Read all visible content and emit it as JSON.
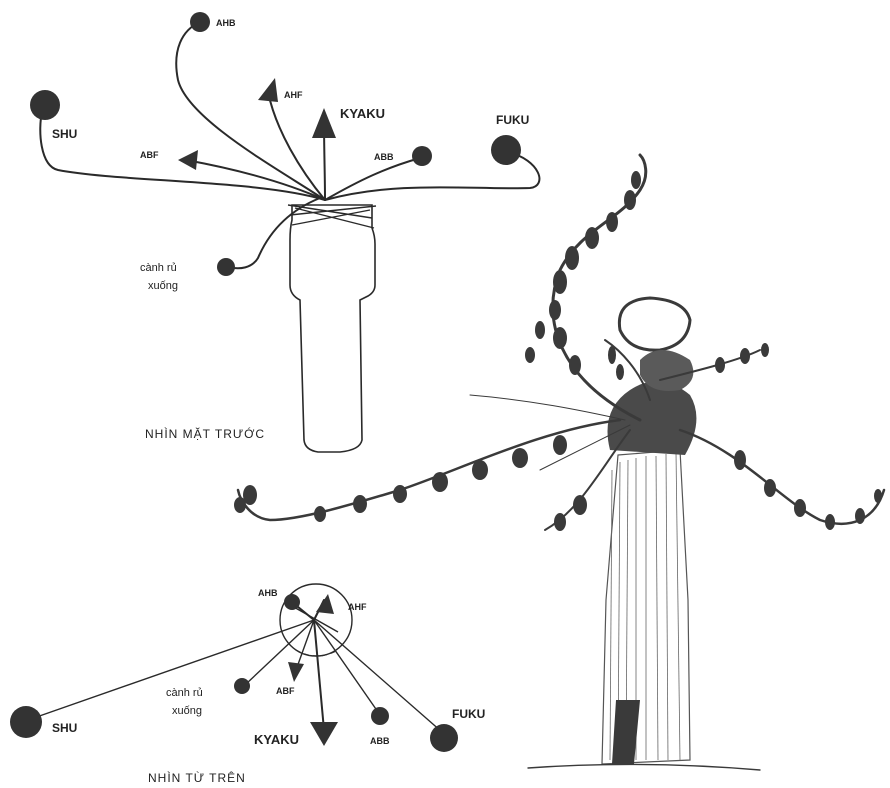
{
  "front_view": {
    "caption": "NHÌN MẶT TRƯỚC",
    "labels": {
      "ahb": "AHB",
      "ahf": "AHF",
      "kyaku": "KYAKU",
      "shu": "SHU",
      "abf": "ABF",
      "abb": "ABB",
      "fuku": "FUKU",
      "hanging_line1": "cành rủ",
      "hanging_line2": "xuống"
    }
  },
  "top_view": {
    "caption": "NHÌN TỪ TRÊN",
    "labels": {
      "ahb": "AHB",
      "ahf": "AHF",
      "abf": "ABF",
      "shu": "SHU",
      "kyaku": "KYAKU",
      "abb": "ABB",
      "fuku": "FUKU",
      "hanging_line1": "cành rủ",
      "hanging_line2": "xuống"
    }
  },
  "colors": {
    "ink": "#2a2a2a",
    "paper": "#ffffff"
  }
}
